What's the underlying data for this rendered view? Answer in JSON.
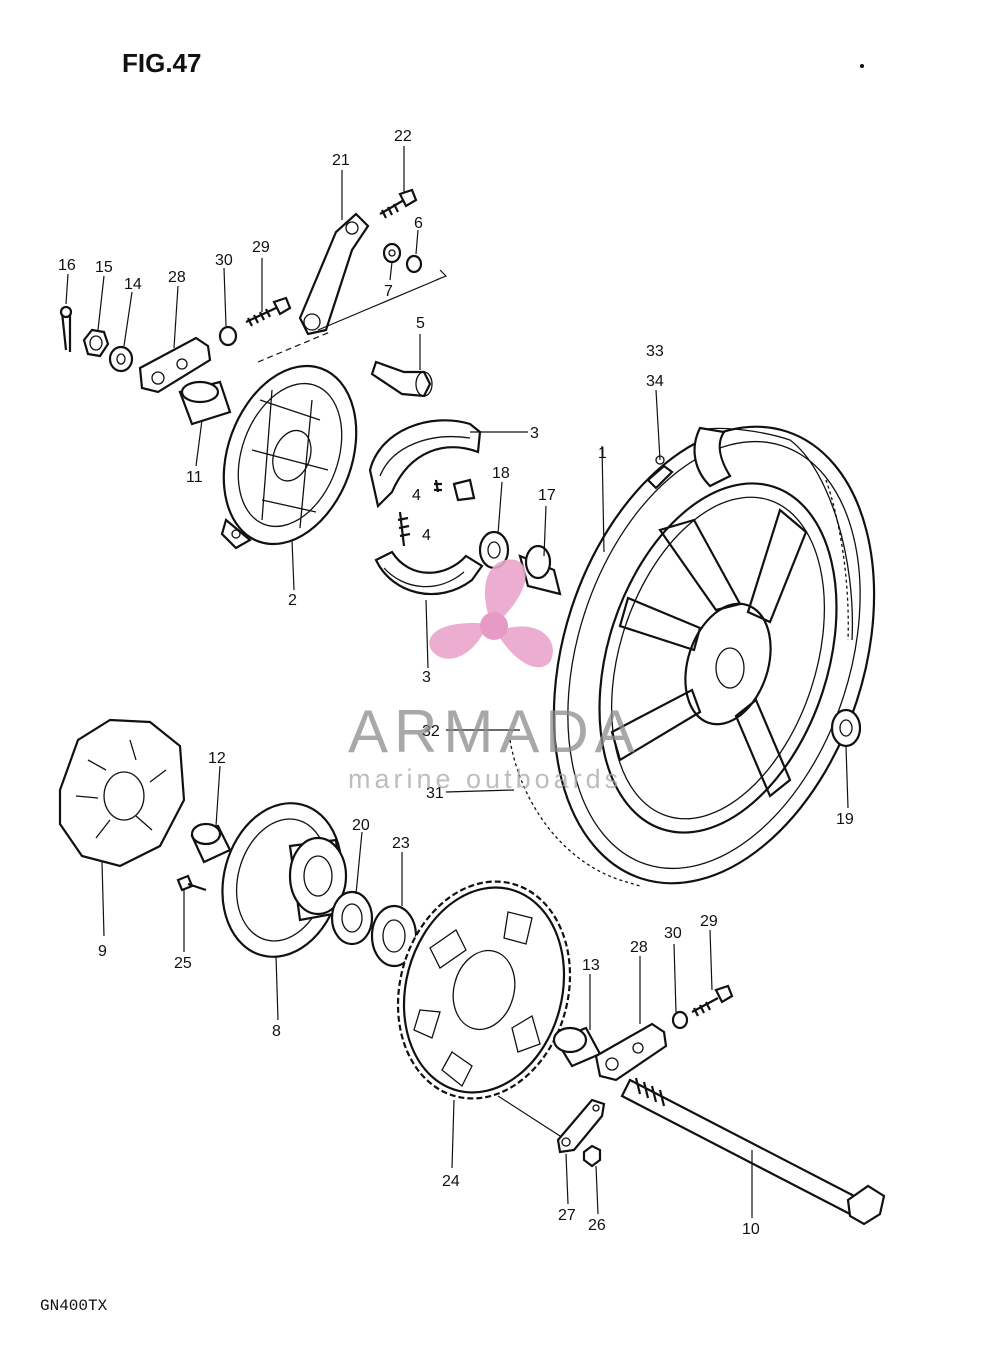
{
  "figure_title": "FIG.47",
  "model_code": "GN400TX",
  "watermark": {
    "brand": "ARMADA",
    "tagline": "marine outboards",
    "logo_color": "#e8a0c8"
  },
  "callouts": [
    {
      "id": "c16",
      "text": "16"
    },
    {
      "id": "c15",
      "text": "15"
    },
    {
      "id": "c14",
      "text": "14"
    },
    {
      "id": "c28a",
      "text": "28"
    },
    {
      "id": "c30a",
      "text": "30"
    },
    {
      "id": "c29a",
      "text": "29"
    },
    {
      "id": "c21",
      "text": "21"
    },
    {
      "id": "c22",
      "text": "22"
    },
    {
      "id": "c6",
      "text": "6"
    },
    {
      "id": "c7",
      "text": "7"
    },
    {
      "id": "c5",
      "text": "5"
    },
    {
      "id": "c33",
      "text": "33"
    },
    {
      "id": "c34",
      "text": "34"
    },
    {
      "id": "c11",
      "text": "11"
    },
    {
      "id": "c3a",
      "text": "3"
    },
    {
      "id": "c4a",
      "text": "4"
    },
    {
      "id": "c4b",
      "text": "4"
    },
    {
      "id": "c18",
      "text": "18"
    },
    {
      "id": "c17",
      "text": "17"
    },
    {
      "id": "c1",
      "text": "1"
    },
    {
      "id": "c2",
      "text": "2"
    },
    {
      "id": "c3b",
      "text": "3"
    },
    {
      "id": "c32",
      "text": "32"
    },
    {
      "id": "c31",
      "text": "31"
    },
    {
      "id": "c19",
      "text": "19"
    },
    {
      "id": "c12",
      "text": "12"
    },
    {
      "id": "c20",
      "text": "20"
    },
    {
      "id": "c23",
      "text": "23"
    },
    {
      "id": "c9",
      "text": "9"
    },
    {
      "id": "c25",
      "text": "25"
    },
    {
      "id": "c8",
      "text": "8"
    },
    {
      "id": "c13",
      "text": "13"
    },
    {
      "id": "c28b",
      "text": "28"
    },
    {
      "id": "c30b",
      "text": "30"
    },
    {
      "id": "c29b",
      "text": "29"
    },
    {
      "id": "c24",
      "text": "24"
    },
    {
      "id": "c27",
      "text": "27"
    },
    {
      "id": "c26",
      "text": "26"
    },
    {
      "id": "c10",
      "text": "10"
    }
  ]
}
